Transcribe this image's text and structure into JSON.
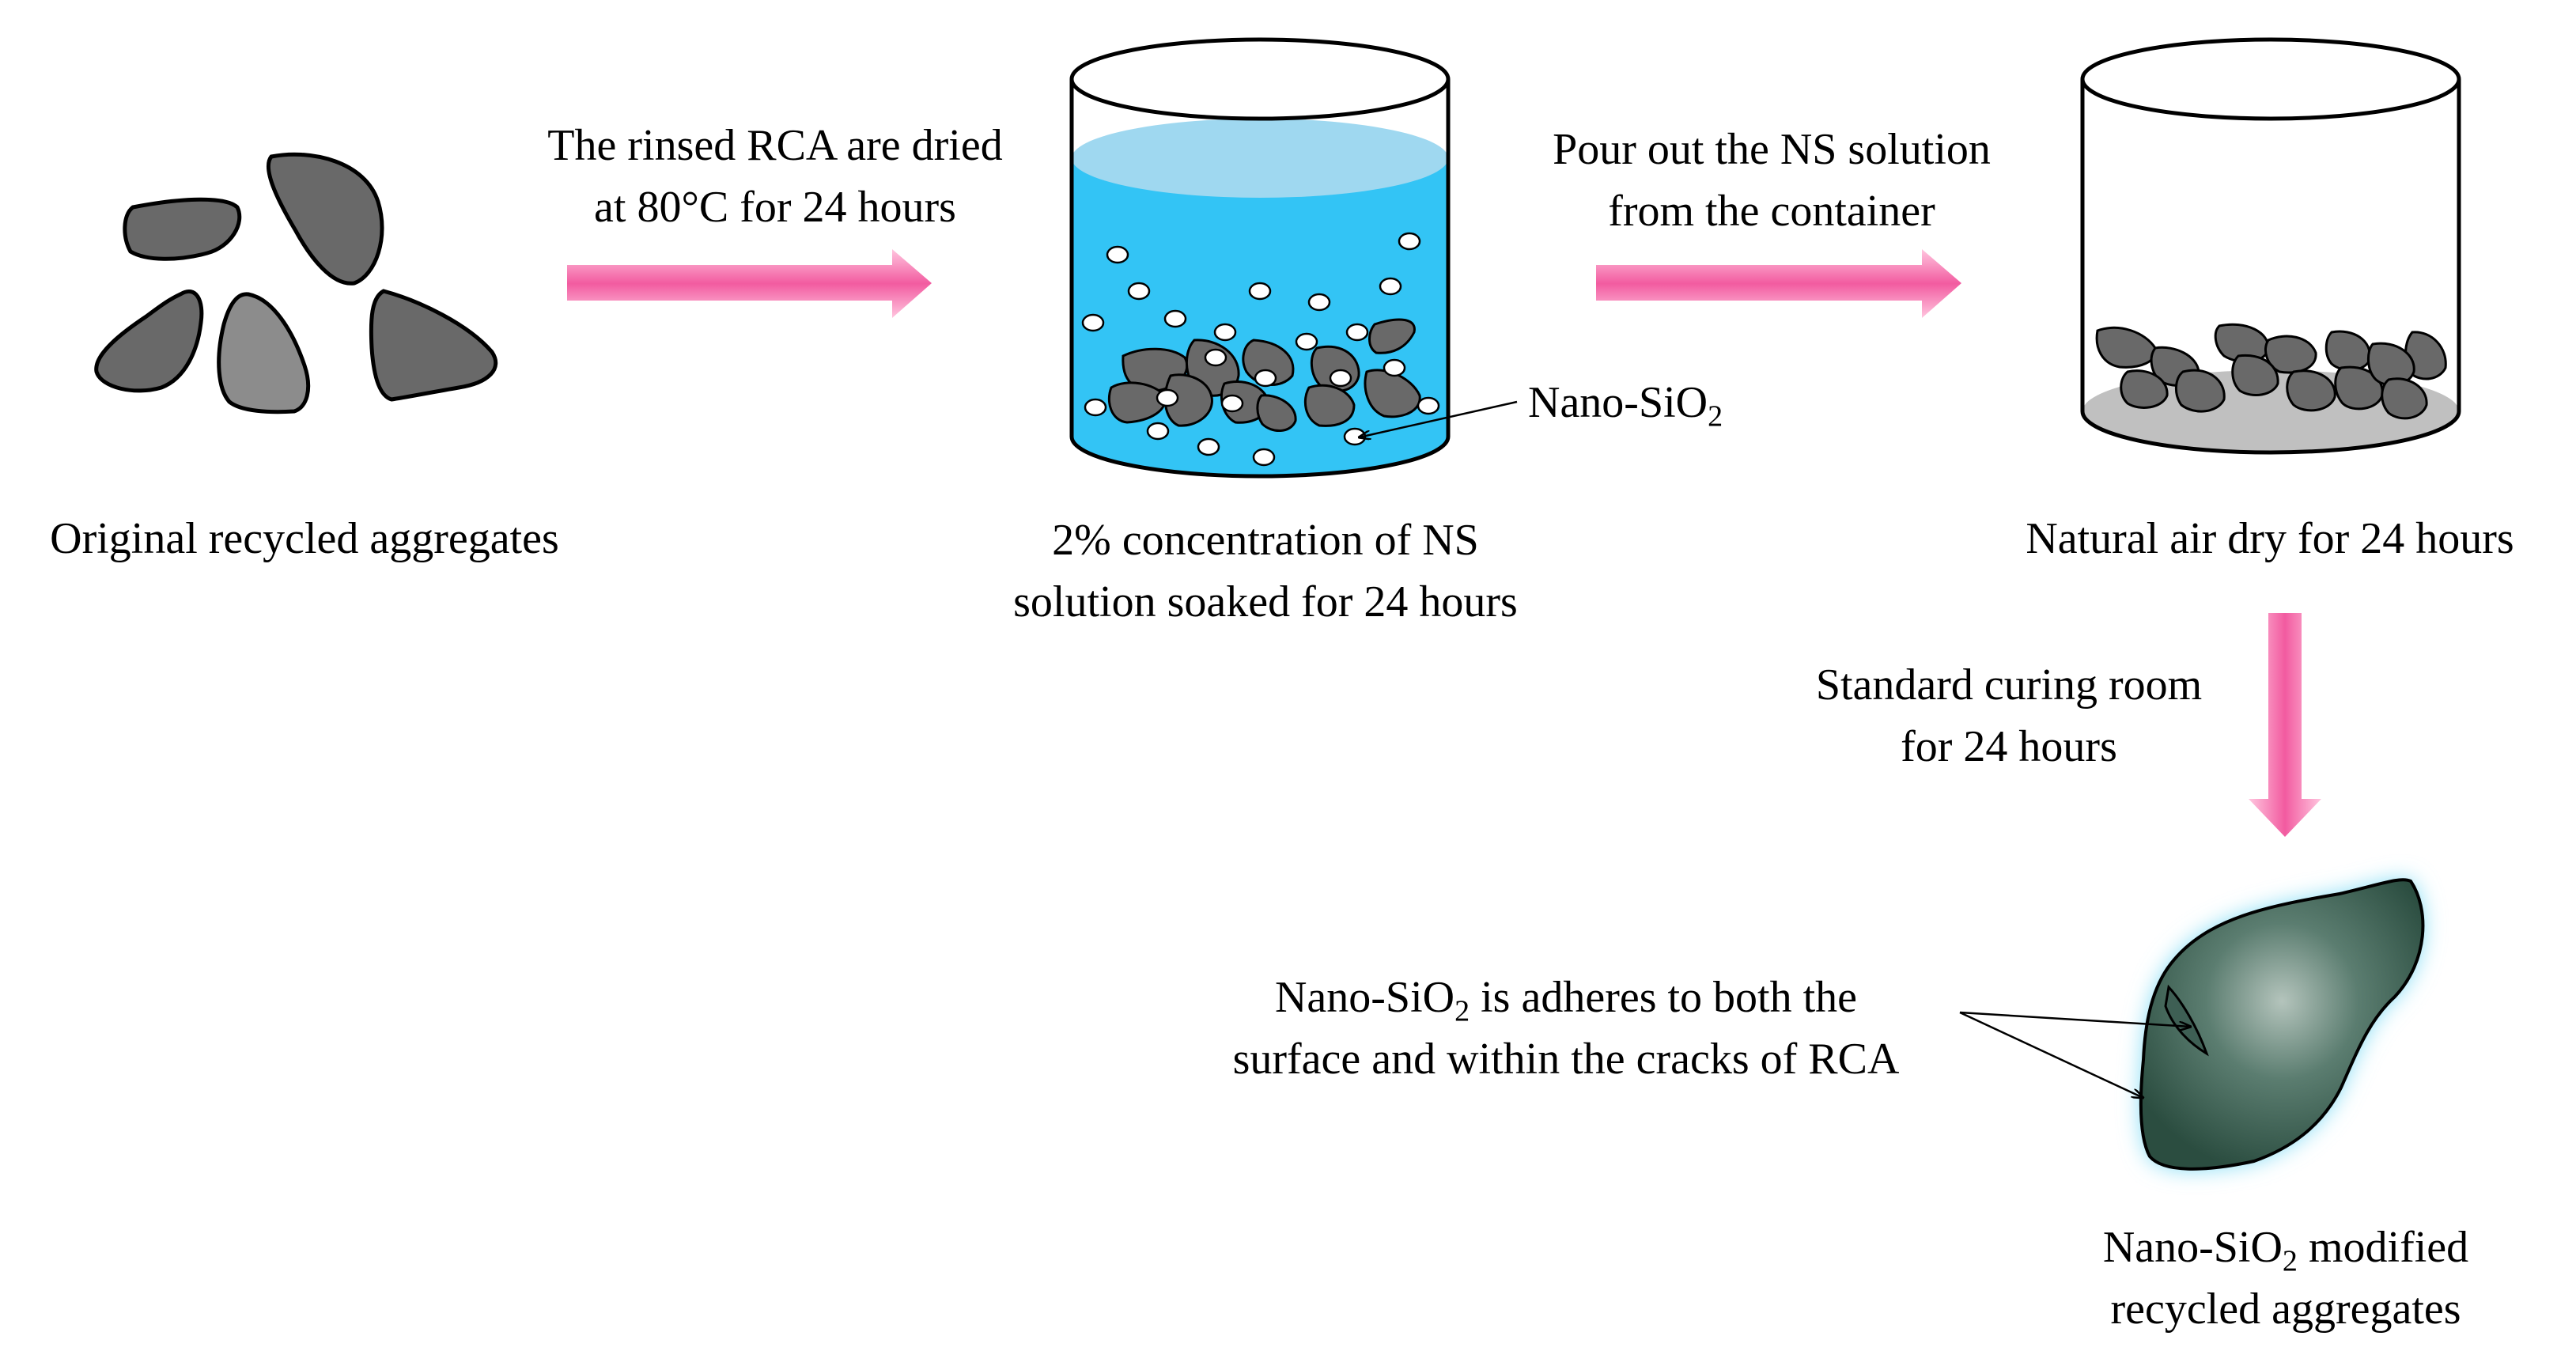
{
  "steps": {
    "original": {
      "label": "Original recycled aggregates"
    },
    "drying": {
      "line1": "The rinsed RCA are dried",
      "line2": "at 80°C for 24 hours"
    },
    "soak": {
      "line1": "2% concentration of NS",
      "line2": "solution soaked for 24 hours"
    },
    "nano_label": {
      "prefix": "Nano-SiO",
      "sub": "2"
    },
    "pour": {
      "line1": "Pour out the NS solution",
      "line2": "from the container"
    },
    "air_dry": {
      "label": "Natural air dry for 24 hours"
    },
    "curing": {
      "line1": "Standard curing room",
      "line2": "for 24 hours"
    },
    "adhere": {
      "prefix": "Nano-SiO",
      "sub": "2",
      "rest": " is adheres to both the",
      "line2": "surface and within the cracks of RCA"
    },
    "modified": {
      "prefix": "Nano-SiO",
      "sub": "2",
      "rest": " modified",
      "line2": "recycled aggregates"
    }
  },
  "colors": {
    "aggregate_dark": "#696969",
    "aggregate_light": "#8c8c8c",
    "water": "#33c4f5",
    "water_surface": "#9fd8f0",
    "arrow_pink": "#f25ba0",
    "modified_rock": "#2f5a4a",
    "glow": "#7fdcf5"
  }
}
